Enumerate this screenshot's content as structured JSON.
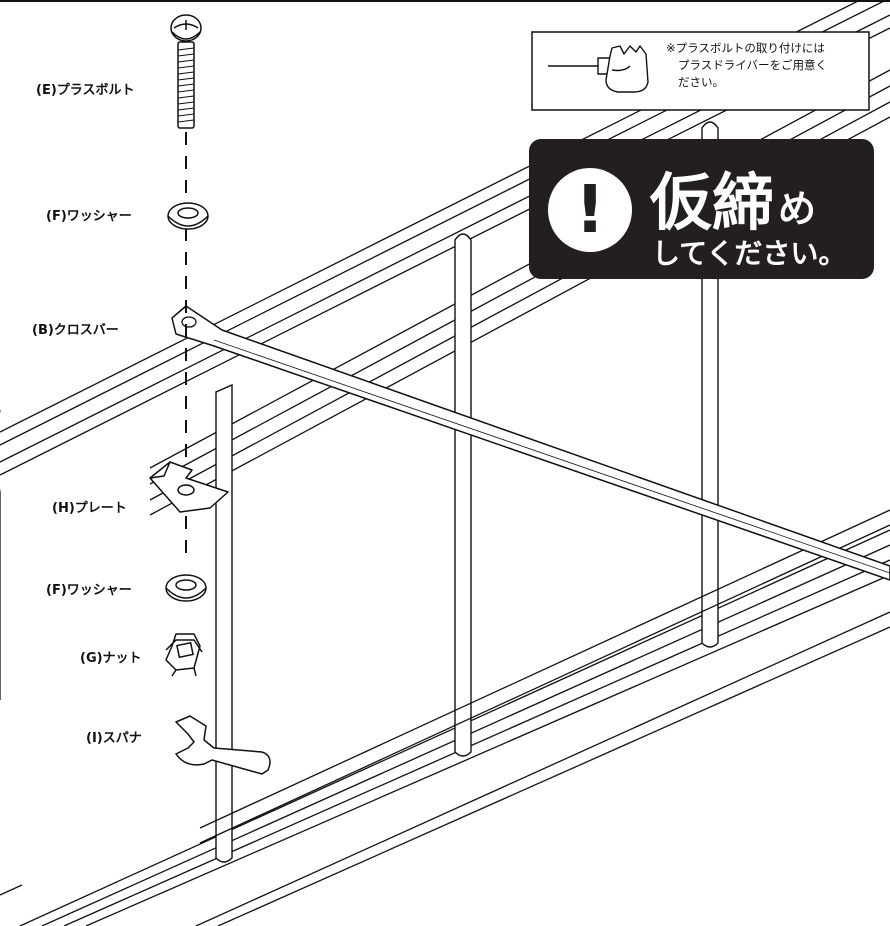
{
  "parts": {
    "bolt": "(E)プラスボルト",
    "washer_top": "(F)ワッシャー",
    "crossbar": "(B)クロスバー",
    "plate": "(H)プレート",
    "washer_bottom": "(F)ワッシャー",
    "nut": "(G)ナット",
    "spanner": "(I)スパナ"
  },
  "note": {
    "line1": "※プラスボルトの取り付けには",
    "line2": "プラスドライバーをご用意く",
    "line3": "ださい。"
  },
  "badge": {
    "symbol": "!",
    "title_big": "仮締",
    "title_small": "め",
    "subtitle": "してください。",
    "color": "#231f20"
  }
}
